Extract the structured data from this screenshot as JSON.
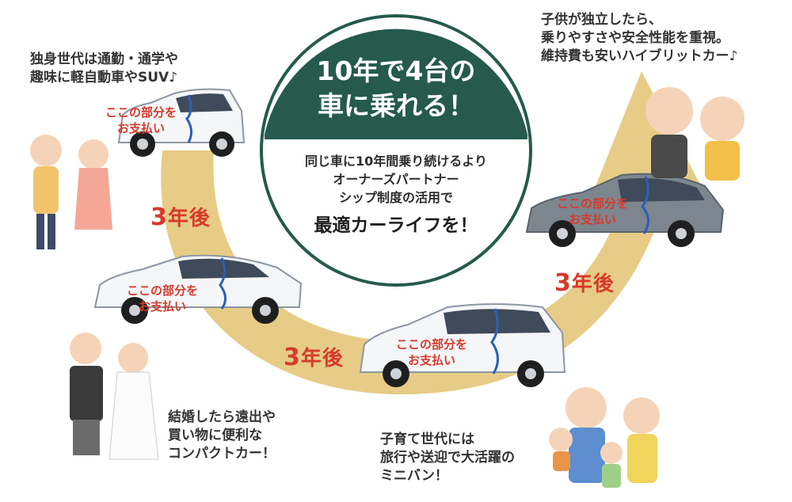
{
  "center": {
    "title": "10年で4台の\n車に乗れる！",
    "body": "同じ車に10年間乗り続けるより\nオーナーズパートナー\nシップ制度の活用で",
    "emphasis": "最適カーライフを！"
  },
  "stages": [
    {
      "caption": "独身世代は通勤・通学や\n趣味に軽自動車やSUV♪",
      "car_label": "ここの部分を\nお支払い"
    },
    {
      "caption": "結婚したら遠出や\n買い物に便利な\nコンパクトカー！",
      "car_label": "ここの部分を\nお支払い"
    },
    {
      "caption": "子育て世代には\n旅行や送迎で大活躍の\nミニバン！",
      "car_label": "ここの部分を\nお支払い"
    },
    {
      "caption": "子供が独立したら、\n乗りやすさや安全性能を重視。\n維持費も安いハイブリットカー♪",
      "car_label": "ここの部分を\nお支払い"
    }
  ],
  "interval": {
    "number": "3",
    "unit": "年後"
  },
  "colors": {
    "center_dark": "#255a4d",
    "arrow": "#e6cc86",
    "label_red": "#d63a2b",
    "car_body": "#f4f6f8",
    "car_window": "#3f4a5a",
    "border_blue": "#2c5fb8"
  }
}
